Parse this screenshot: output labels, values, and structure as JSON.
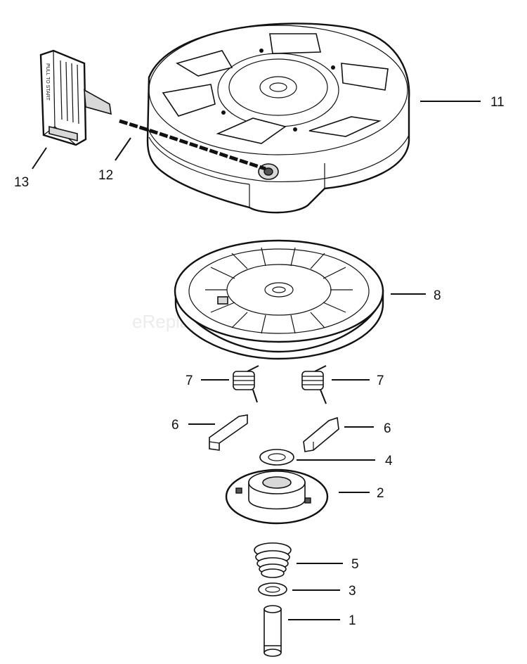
{
  "watermark": "eReplacementParts.com",
  "handle_text": "PULL TO START",
  "parts": [
    {
      "id": "p11",
      "number": "11"
    },
    {
      "id": "p12",
      "number": "12"
    },
    {
      "id": "p13",
      "number": "13"
    },
    {
      "id": "p8",
      "number": "8"
    },
    {
      "id": "p7a",
      "number": "7"
    },
    {
      "id": "p7b",
      "number": "7"
    },
    {
      "id": "p6a",
      "number": "6"
    },
    {
      "id": "p6b",
      "number": "6"
    },
    {
      "id": "p4",
      "number": "4"
    },
    {
      "id": "p2",
      "number": "2"
    },
    {
      "id": "p5",
      "number": "5"
    },
    {
      "id": "p3",
      "number": "3"
    },
    {
      "id": "p1",
      "number": "1"
    }
  ]
}
